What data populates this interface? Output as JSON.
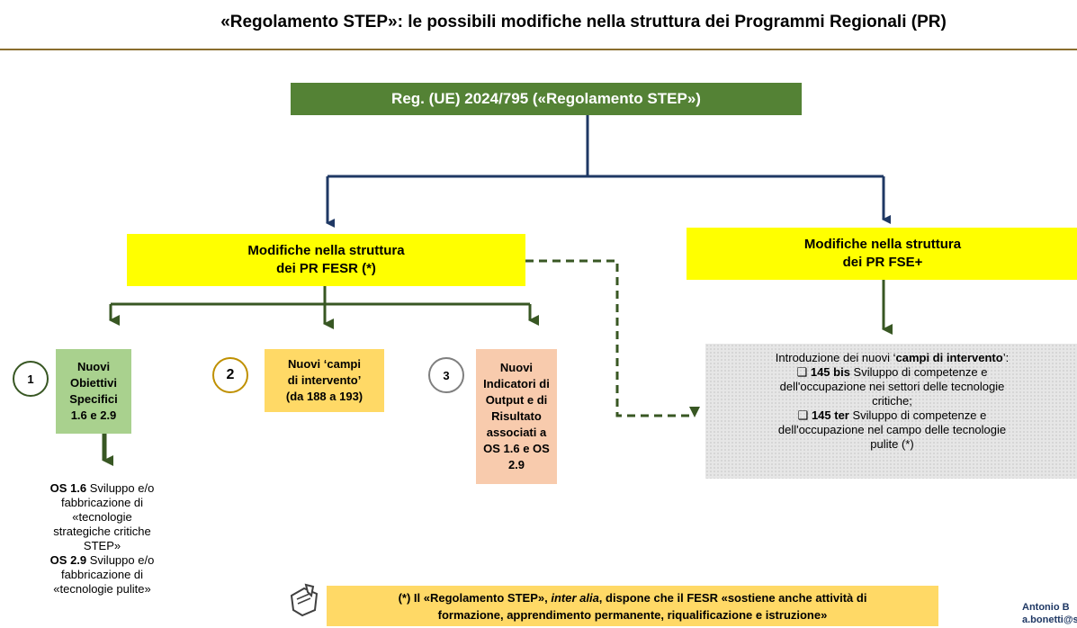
{
  "title": "«Regolamento STEP»: le possibili modifiche nella struttura dei Programmi Regionali (PR)",
  "root": {
    "label": "Reg. (UE) 2024/795 («Regolamento STEP»)"
  },
  "fesr": {
    "line1": "Modifiche nella struttura",
    "line2": "dei PR FESR (*)"
  },
  "fse": {
    "line1": "Modifiche nella struttura",
    "line2": "dei PR FSE+"
  },
  "nodes": [
    {
      "number": "1",
      "lines": [
        "Nuovi",
        "Obiettivi",
        "Specifici",
        "1.6 e 2.9"
      ]
    },
    {
      "number": "2",
      "lines": [
        "Nuovi ‘campi",
        "di intervento’",
        "(da 188 a 193)"
      ]
    },
    {
      "number": "3",
      "lines": [
        "Nuovi",
        "Indicatori di",
        "Output e di",
        "Risultato",
        "associati a",
        "OS 1.6 e OS",
        "2.9"
      ]
    }
  ],
  "fse_detail": {
    "intro_pre": "Introduzione dei nuovi ‘",
    "intro_bold": "campi di intervento",
    "intro_post": "’:",
    "items": [
      {
        "bullet": "❑",
        "code": "145 bis",
        "text_1": " Sviluppo di competenze e",
        "text_2": "dell'occupazione nei settori delle tecnologie",
        "text_3": "critiche;"
      },
      {
        "bullet": "❑",
        "code": "145 ter",
        "text_1": " Sviluppo di competenze e",
        "text_2": "dell'occupazione nel campo delle tecnologie",
        "text_3": "pulite (*)"
      }
    ]
  },
  "os": [
    {
      "code": "OS 1.6",
      "text_1": " Sviluppo e/o",
      "text_2": "fabbricazione di",
      "text_3": "«tecnologie",
      "text_4": "strategiche critiche",
      "text_5": "STEP»"
    },
    {
      "code": "OS 2.9",
      "text_1": " Sviluppo e/o",
      "text_2": "fabbricazione di",
      "text_3": "«tecnologie pulite»"
    }
  ],
  "footnote": {
    "pre": "(*) Il «Regolamento STEP», ",
    "italic": "inter alia",
    "post": ", dispone che il FESR «sostiene anche attività di",
    "line2": "formazione, apprendimento permanente, riqualificazione e istruzione»"
  },
  "author": {
    "line1": "Antonio B",
    "line2": "a.bonetti@s"
  },
  "colors": {
    "green": "#548235",
    "navy": "#1f3864",
    "yellow": "#ffff00",
    "gold": "#ffd966",
    "light_green": "#a9d18e",
    "salmon": "#f8cbad"
  }
}
